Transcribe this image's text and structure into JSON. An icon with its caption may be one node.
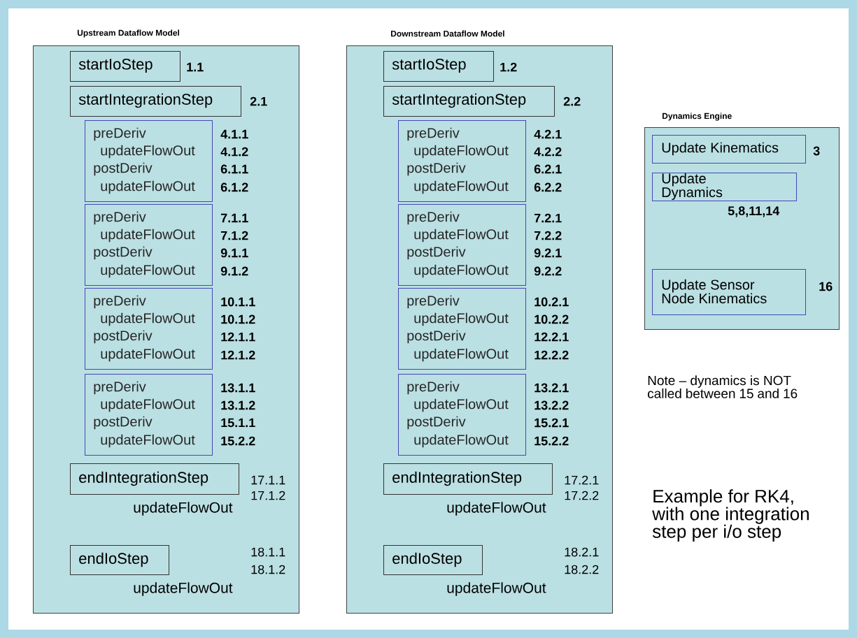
{
  "diagram": {
    "nodes": [
      {
        "text": [
          "Upstream Dataflow Model"
        ]
      },
      {
        "text": [
          "startIoStep"
        ],
        "in": 0,
        "beside": [
          "1.1"
        ]
      },
      {
        "text": [
          "startIntegrationStep"
        ],
        "in": 0,
        "beside": [
          "2.1"
        ]
      },
      {
        "text": [
          "preDeriv",
          "updateFlowOut",
          "postDeriv",
          "updateFlowOut"
        ],
        "in": 0,
        "beside": [
          "4.1.1",
          "4.1.2",
          "6.1.1",
          "6.1.2"
        ]
      },
      {
        "text": [
          "preDeriv",
          "updateFlowOut",
          "postDeriv",
          "updateFlowOut"
        ],
        "in": 0,
        "beside": [
          "7.1.1",
          "7.1.2",
          "9.1.1",
          "9.1.2"
        ]
      },
      {
        "text": [
          "preDeriv",
          "updateFlowOut",
          "postDeriv",
          "updateFlowOut"
        ],
        "in": 0,
        "beside": [
          "10.1.1",
          "10.1.2",
          "12.1.1",
          "12.1.2"
        ]
      },
      {
        "text": [
          "preDeriv",
          "updateFlowOut",
          "postDeriv",
          "updateFlowOut"
        ],
        "in": 0,
        "beside": [
          "13.1.1",
          "13.1.2",
          "15.1.1",
          "15.2.2"
        ]
      },
      {
        "text": [
          "endIntegrationStep"
        ],
        "in": 0,
        "beside": [
          "17.1.1",
          "17.1.2",
          "updateFlowOut"
        ]
      },
      {
        "text": [
          "endIoStep"
        ],
        "in": 0,
        "beside": [
          "18.1.1",
          "18.1.2",
          "updateFlowOut"
        ]
      },
      {
        "text": [
          "Downstream Dataflow Model"
        ]
      },
      {
        "text": [
          "startIoStep"
        ],
        "in": 9,
        "beside": [
          "1.2"
        ]
      },
      {
        "text": [
          "startIntegrationStep"
        ],
        "in": 9,
        "beside": [
          "2.2"
        ]
      },
      {
        "text": [
          "preDeriv",
          "updateFlowOut",
          "postDeriv",
          "updateFlowOut"
        ],
        "in": 9,
        "beside": [
          "4.2.1",
          "4.2.2",
          "6.2.1",
          "6.2.2"
        ]
      },
      {
        "text": [
          "preDeriv",
          "updateFlowOut",
          "postDeriv",
          "updateFlowOut"
        ],
        "in": 9,
        "beside": [
          "7.2.1",
          "7.2.2",
          "9.2.1",
          "9.2.2"
        ]
      },
      {
        "text": [
          "preDeriv",
          "updateFlowOut",
          "postDeriv",
          "updateFlowOut"
        ],
        "in": 9,
        "beside": [
          "10.2.1",
          "10.2.2",
          "12.2.1",
          "12.2.2"
        ]
      },
      {
        "text": [
          "preDeriv",
          "updateFlowOut",
          "postDeriv",
          "updateFlowOut"
        ],
        "in": 9,
        "beside": [
          "13.2.1",
          "13.2.2",
          "15.2.1",
          "15.2.2"
        ]
      },
      {
        "text": [
          "endIntegrationStep"
        ],
        "in": 9,
        "beside": [
          "17.2.1",
          "17.2.2",
          "updateFlowOut"
        ]
      },
      {
        "text": [
          "endIoStep"
        ],
        "in": 9,
        "beside": [
          "18.2.1",
          "18.2.2",
          "updateFlowOut"
        ]
      },
      {
        "text": [
          "Dynamics Engine"
        ]
      },
      {
        "text": [
          "Update Kinematics"
        ],
        "in": 18,
        "beside": [
          "3"
        ]
      },
      {
        "text": [
          "Update Dynamics"
        ],
        "in": 18,
        "beside": [
          "5,8,11,14"
        ]
      },
      {
        "text": [
          "Update Sensor Node Kinematics"
        ],
        "in": 18,
        "beside": [
          "16"
        ]
      }
    ],
    "labels": [
      "Note – dynamics is NOT called between 15 and 16",
      "Example for RK4, with one integration step per i/o step"
    ]
  }
}
